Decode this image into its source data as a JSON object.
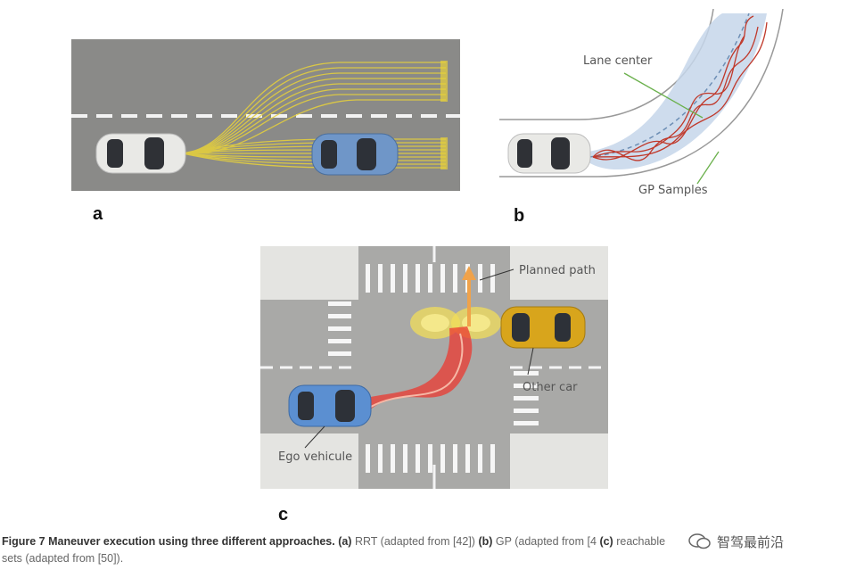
{
  "figure": {
    "panel_a_label": "a",
    "panel_b_label": "b",
    "panel_c_label": "c",
    "panel_b": {
      "lane_center_label": "Lane center",
      "gp_samples_label": "GP Samples"
    },
    "panel_c": {
      "planned_path_label": "Planned path",
      "other_car_label": "Other car",
      "ego_label": "Ego vehicule"
    }
  },
  "caption": {
    "title": "Figure 7 Maneuver execution using three different approaches.",
    "a_tag": "(a)",
    "a_text": "RRT (adapted from [42])",
    "b_tag": "(b)",
    "b_text": "GP (adapted from [4",
    "c_tag": "(c)",
    "c_text": "reachable",
    "line2": "sets (adapted from [50])."
  },
  "watermark": {
    "text": "智驾最前沿",
    "icon": "wechat-icon"
  },
  "colors": {
    "road": "#8a8a88",
    "path_yellow": "#e8d23a",
    "ego_blue": "#5b8fd1",
    "other_yellow": "#d8a51c",
    "reach_red": "#e8302a",
    "gp_blue": "#c6d6ea"
  }
}
